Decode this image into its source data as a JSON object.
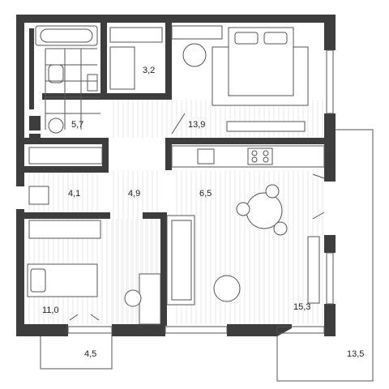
{
  "plan": {
    "rooms": [
      {
        "id": "bathroom",
        "area": "5,7"
      },
      {
        "id": "wardrobe",
        "area": "3,2"
      },
      {
        "id": "bedroom-main",
        "area": "13,9"
      },
      {
        "id": "hall-small",
        "area": "4,1"
      },
      {
        "id": "corridor",
        "area": "4,9"
      },
      {
        "id": "kitchen",
        "area": "6,5"
      },
      {
        "id": "bedroom-second",
        "area": "11,0"
      },
      {
        "id": "living-room",
        "area": "15,3"
      },
      {
        "id": "balcony-small",
        "area": "4,5"
      },
      {
        "id": "balcony-large",
        "area": "13,5"
      }
    ],
    "colors": {
      "wall": "#3d3d3d",
      "line": "#555555",
      "floor": "#d9d9d9",
      "text": "#222222"
    }
  }
}
